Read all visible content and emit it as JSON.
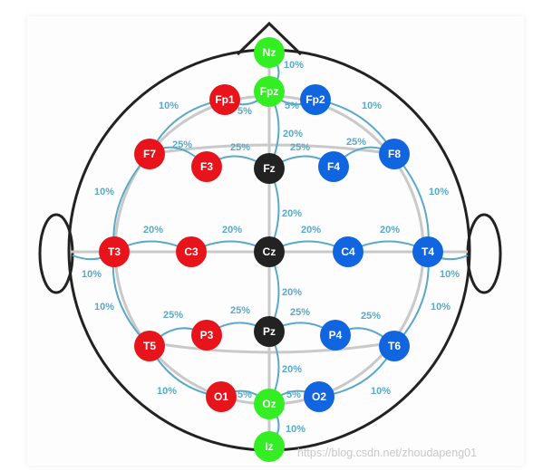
{
  "colors": {
    "left": "#e8141b",
    "right": "#1166e0",
    "midline_frontal_occipital": "#33ee22",
    "midline_center": "#222222",
    "link": "#5aa9c9",
    "grid": "#c9c9c9",
    "outline": "#222222"
  },
  "electrodes": [
    {
      "id": "Nz",
      "label": "Nz",
      "group": "midline_frontal_occipital"
    },
    {
      "id": "Fpz",
      "label": "Fpz",
      "group": "midline_frontal_occipital"
    },
    {
      "id": "Fp1",
      "label": "Fp1",
      "group": "left"
    },
    {
      "id": "Fp2",
      "label": "Fp2",
      "group": "right"
    },
    {
      "id": "F7",
      "label": "F7",
      "group": "left"
    },
    {
      "id": "F3",
      "label": "F3",
      "group": "left"
    },
    {
      "id": "Fz",
      "label": "Fz",
      "group": "midline_center"
    },
    {
      "id": "F4",
      "label": "F4",
      "group": "right"
    },
    {
      "id": "F8",
      "label": "F8",
      "group": "right"
    },
    {
      "id": "T3",
      "label": "T3",
      "group": "left"
    },
    {
      "id": "C3",
      "label": "C3",
      "group": "left"
    },
    {
      "id": "Cz",
      "label": "Cz",
      "group": "midline_center"
    },
    {
      "id": "C4",
      "label": "C4",
      "group": "right"
    },
    {
      "id": "T4",
      "label": "T4",
      "group": "right"
    },
    {
      "id": "T5",
      "label": "T5",
      "group": "left"
    },
    {
      "id": "P3",
      "label": "P3",
      "group": "left"
    },
    {
      "id": "Pz",
      "label": "Pz",
      "group": "midline_center"
    },
    {
      "id": "P4",
      "label": "P4",
      "group": "right"
    },
    {
      "id": "T6",
      "label": "T6",
      "group": "right"
    },
    {
      "id": "O1",
      "label": "O1",
      "group": "left"
    },
    {
      "id": "Oz",
      "label": "Oz",
      "group": "midline_frontal_occipital"
    },
    {
      "id": "O2",
      "label": "O2",
      "group": "right"
    },
    {
      "id": "Iz",
      "label": "Iz",
      "group": "midline_frontal_occipital"
    }
  ],
  "percent_labels": [
    {
      "id": "nz-fpz",
      "text": "10%"
    },
    {
      "id": "fp1-top",
      "text": "10%"
    },
    {
      "id": "fp2-top",
      "text": "10%"
    },
    {
      "id": "fp1-fpz",
      "text": "5%"
    },
    {
      "id": "fpz-fp2",
      "text": "5%"
    },
    {
      "id": "f7-f3",
      "text": "25%"
    },
    {
      "id": "f3-fz",
      "text": "25%"
    },
    {
      "id": "fz-f4",
      "text": "25%"
    },
    {
      "id": "f4-f8",
      "text": "25%"
    },
    {
      "id": "fpz-fz",
      "text": "20%"
    },
    {
      "id": "f7-t3",
      "text": "10%"
    },
    {
      "id": "f8-t4",
      "text": "10%"
    },
    {
      "id": "fz-cz",
      "text": "20%"
    },
    {
      "id": "t3-c3",
      "text": "20%"
    },
    {
      "id": "c3-cz",
      "text": "20%"
    },
    {
      "id": "cz-c4",
      "text": "20%"
    },
    {
      "id": "c4-t4",
      "text": "20%"
    },
    {
      "id": "t3-ear",
      "text": "10%"
    },
    {
      "id": "t4-ear",
      "text": "10%"
    },
    {
      "id": "cz-pz",
      "text": "20%"
    },
    {
      "id": "t3-t5",
      "text": "10%"
    },
    {
      "id": "t4-t6",
      "text": "10%"
    },
    {
      "id": "t5-p3",
      "text": "25%"
    },
    {
      "id": "p3-pz",
      "text": "25%"
    },
    {
      "id": "pz-p4",
      "text": "25%"
    },
    {
      "id": "p4-t6",
      "text": "25%"
    },
    {
      "id": "pz-oz",
      "text": "20%"
    },
    {
      "id": "o1-bottom",
      "text": "10%"
    },
    {
      "id": "o2-bottom",
      "text": "10%"
    },
    {
      "id": "o1-oz",
      "text": "5%"
    },
    {
      "id": "oz-o2",
      "text": "5%"
    },
    {
      "id": "oz-iz",
      "text": "10%"
    }
  ],
  "watermark": "https://blog.csdn.net/zhoudapeng01"
}
